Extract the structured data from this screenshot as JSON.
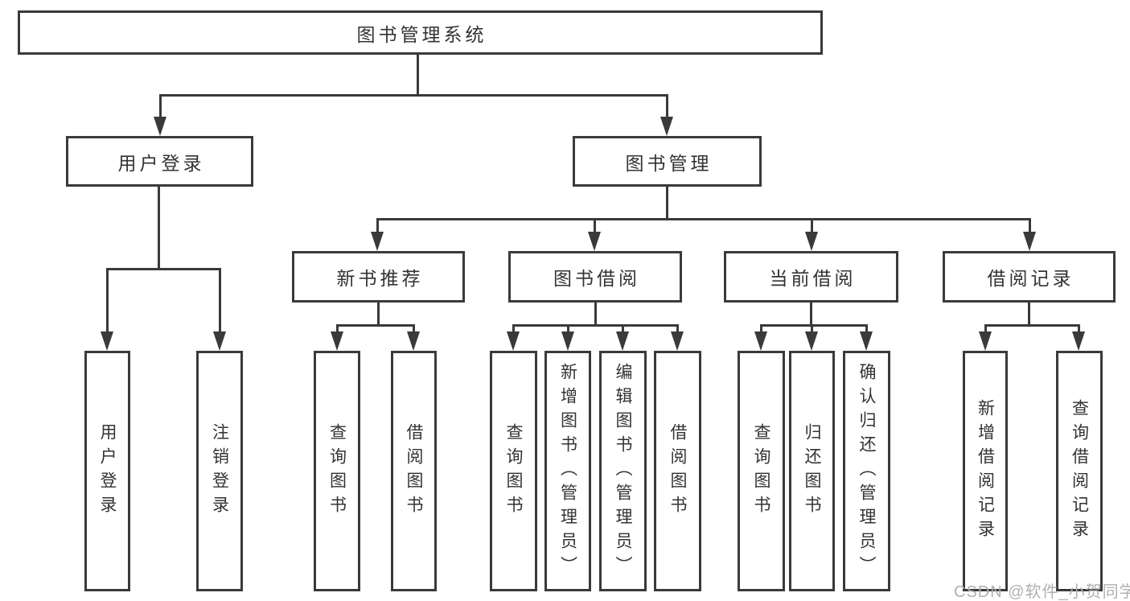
{
  "diagram": {
    "root": {
      "label": "图书管理系统"
    },
    "level2": [
      {
        "label": "用户登录"
      },
      {
        "label": "图书管理"
      }
    ],
    "level3": [
      {
        "label": "新书推荐"
      },
      {
        "label": "图书借阅"
      },
      {
        "label": "当前借阅"
      },
      {
        "label": "借阅记录"
      }
    ],
    "leaves": [
      {
        "label": "用户登录"
      },
      {
        "label": "注销登录"
      },
      {
        "label": "查询图书"
      },
      {
        "label": "借阅图书"
      },
      {
        "label": "查询图书"
      },
      {
        "label": "新增图书（管理员）"
      },
      {
        "label": "编辑图书（管理员）"
      },
      {
        "label": "借阅图书"
      },
      {
        "label": "查询图书"
      },
      {
        "label": "归还图书"
      },
      {
        "label": "确认归还（管理员）"
      },
      {
        "label": "新增借阅记录"
      },
      {
        "label": "查询借阅记录"
      }
    ]
  },
  "watermark": {
    "text": "CSDN @软件_小贺同学"
  },
  "colors": {
    "line": "#3a3a3a",
    "box_border": "#3a3a3a",
    "text": "#333333",
    "watermark": "#b0b0b0",
    "background": "#ffffff"
  }
}
